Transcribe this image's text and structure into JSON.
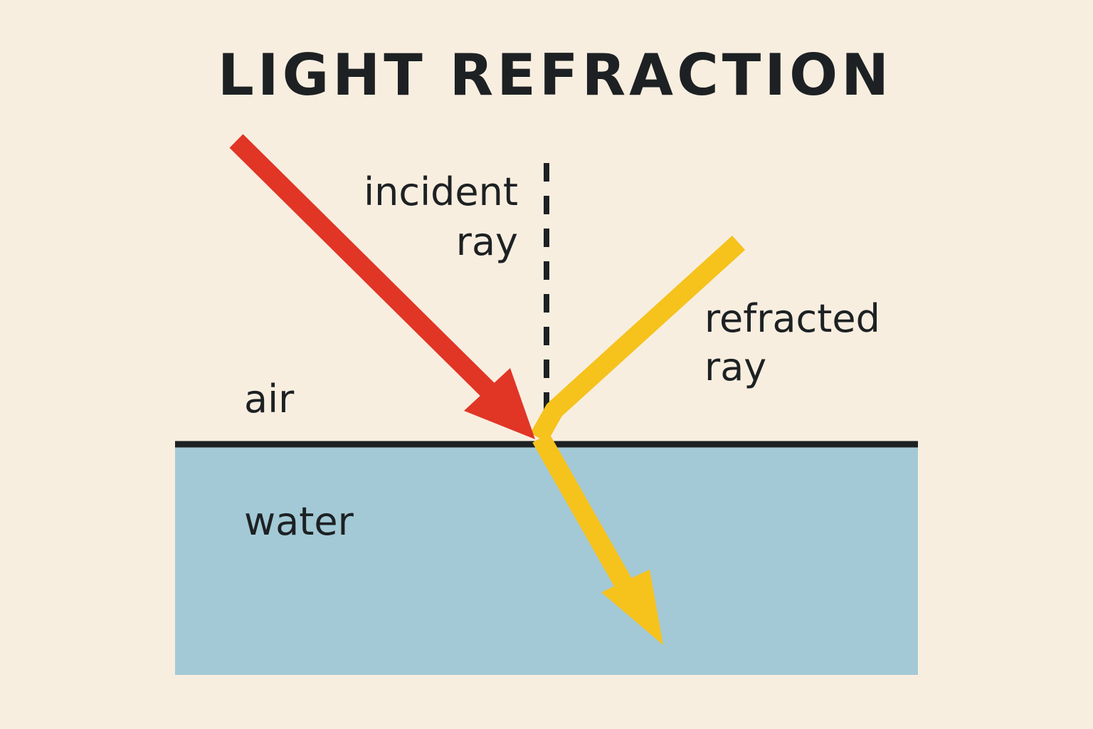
{
  "title": "LIGHT REFRACTION",
  "labels": {
    "incident_line1": "incident",
    "incident_line2": "ray",
    "refracted_line1": "refracted",
    "refracted_line2": "ray",
    "air": "air",
    "water": "water"
  },
  "colors": {
    "background": "#f8eee0",
    "water": "#a3c9d6",
    "surface_line": "#1d2123",
    "incident_ray": "#e13526",
    "refracted_ray": "#f6c21c",
    "normal_line": "#1d2123",
    "text": "#1d2123"
  }
}
